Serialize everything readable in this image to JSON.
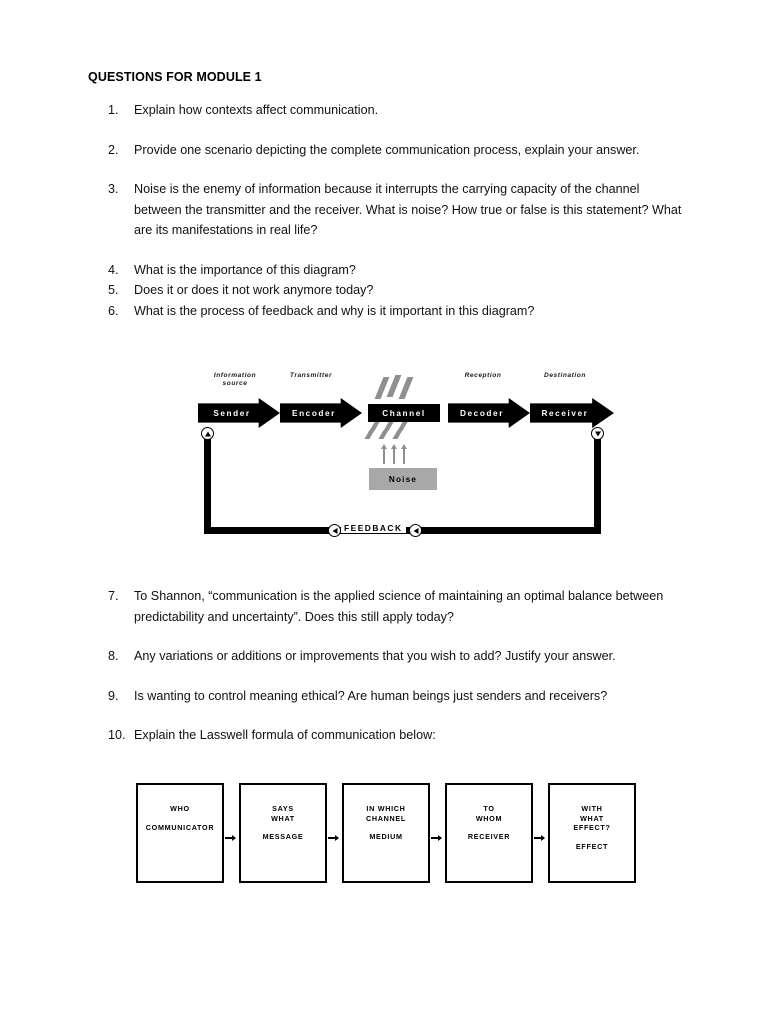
{
  "document": {
    "title": "QUESTIONS FOR MODULE 1"
  },
  "questions": [
    {
      "num": "1.",
      "text": "Explain how contexts affect communication."
    },
    {
      "num": "2.",
      "text": "Provide one scenario depicting the complete communication process, explain your answer."
    },
    {
      "num": "3.",
      "text": "Noise is the enemy of information because it interrupts the carrying capacity of the channel between the transmitter and the receiver.  What is noise? How true or false is this statement? What are its manifestations in real life?"
    },
    {
      "num": "4.",
      "text": "What is the importance of this diagram?"
    },
    {
      "num": "5.",
      "text": "Does it or does it not work anymore today?"
    },
    {
      "num": "6.",
      "text": "What is the process of feedback and why is it important in this diagram?"
    },
    {
      "num": "7.",
      "text": "To Shannon, “communication is the applied science of maintaining an optimal balance between predictability and uncertainty”. Does this still apply today?"
    },
    {
      "num": "8.",
      "text": "Any variations or additions or improvements that you wish to add? Justify your answer."
    },
    {
      "num": "9.",
      "text": "Is wanting to control meaning ethical? Are human beings just senders and receivers?"
    },
    {
      "num": "10.",
      "text": "Explain the Lasswell formula of communication below:"
    }
  ],
  "shannon_diagram": {
    "stage_labels": [
      {
        "line1": "Information",
        "line2": "source"
      },
      {
        "line1": "Transmitter",
        "line2": ""
      },
      {
        "line1": "Reception",
        "line2": ""
      },
      {
        "line1": "Destination",
        "line2": ""
      }
    ],
    "blocks": {
      "sender": "Sender",
      "encoder": "Encoder",
      "channel": "Channel",
      "decoder": "Decoder",
      "receiver": "Receiver"
    },
    "noise": "Noise",
    "feedback": "FEEDBACK",
    "colors": {
      "block_fill": "#000000",
      "block_text": "#ffffff",
      "noise_fill": "#a8a8a8",
      "bolt_fill": "#8f8f8f"
    }
  },
  "lasswell": {
    "boxes": [
      {
        "question": "WHO",
        "answer": "COMMUNICATOR"
      },
      {
        "question": "SAYS\nWHAT",
        "answer": "MESSAGE"
      },
      {
        "question": "IN WHICH\nCHANNEL",
        "answer": "MEDIUM"
      },
      {
        "question": "TO\nWHOM",
        "answer": "RECEIVER"
      },
      {
        "question": "WITH\nWHAT\nEFFECT?",
        "answer": "EFFECT"
      }
    ]
  }
}
